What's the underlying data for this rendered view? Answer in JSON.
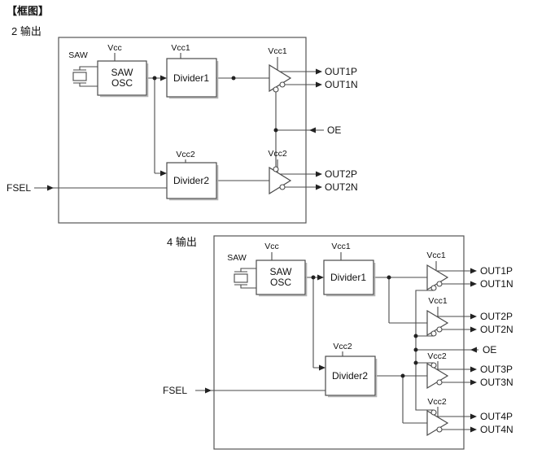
{
  "page": {
    "title": "【框图】"
  },
  "diagram2": {
    "caption": "2 输出",
    "crystal_label": "SAW",
    "osc": {
      "supply": "Vcc",
      "line1": "SAW",
      "line2": "OSC"
    },
    "divider1": {
      "supply": "Vcc1",
      "label": "Divider1"
    },
    "divider2": {
      "supply": "Vcc2",
      "label": "Divider2"
    },
    "buffer1": {
      "supply": "Vcc1"
    },
    "buffer2": {
      "supply": "Vcc2"
    },
    "pins": {
      "fsel": "FSEL",
      "oe": "OE",
      "out1p": "OUT1P",
      "out1n": "OUT1N",
      "out2p": "OUT2P",
      "out2n": "OUT2N"
    }
  },
  "diagram4": {
    "caption": "4 输出",
    "crystal_label": "SAW",
    "osc": {
      "supply": "Vcc",
      "line1": "SAW",
      "line2": "OSC"
    },
    "divider1": {
      "supply": "Vcc1",
      "label": "Divider1"
    },
    "divider2": {
      "supply": "Vcc2",
      "label": "Divider2"
    },
    "buffer1": {
      "supply": "Vcc1"
    },
    "buffer2": {
      "supply": "Vcc1"
    },
    "buffer3": {
      "supply": "Vcc2"
    },
    "buffer4": {
      "supply": "Vcc2"
    },
    "pins": {
      "fsel": "FSEL",
      "oe": "OE",
      "out1p": "OUT1P",
      "out1n": "OUT1N",
      "out2p": "OUT2P",
      "out2n": "OUT2N",
      "out3p": "OUT3P",
      "out3n": "OUT3N",
      "out4p": "OUT4P",
      "out4n": "OUT4N"
    }
  },
  "colors": {
    "line": "#4a4a4a",
    "text": "#111111",
    "background": "#ffffff"
  }
}
